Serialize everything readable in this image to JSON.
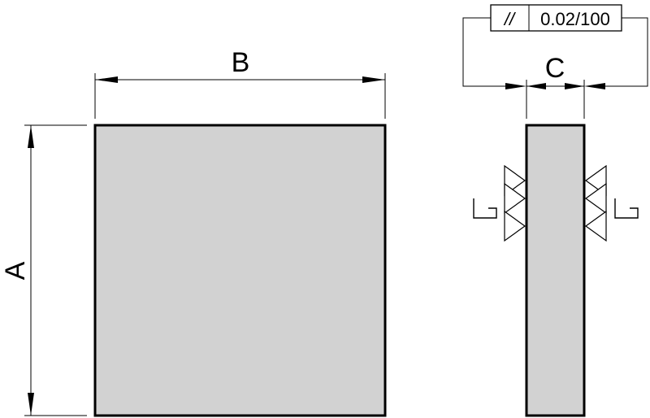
{
  "dimensions": {
    "a_label": "A",
    "b_label": "B",
    "c_label": "C"
  },
  "tolerance": {
    "symbol": "//",
    "value": "0.02/100"
  },
  "finish": {
    "left_label": "G",
    "right_label": "G",
    "triangles_per_side": 3
  },
  "colors": {
    "part_fill": "#d2d2d2",
    "line": "#000000",
    "background": "#ffffff"
  }
}
